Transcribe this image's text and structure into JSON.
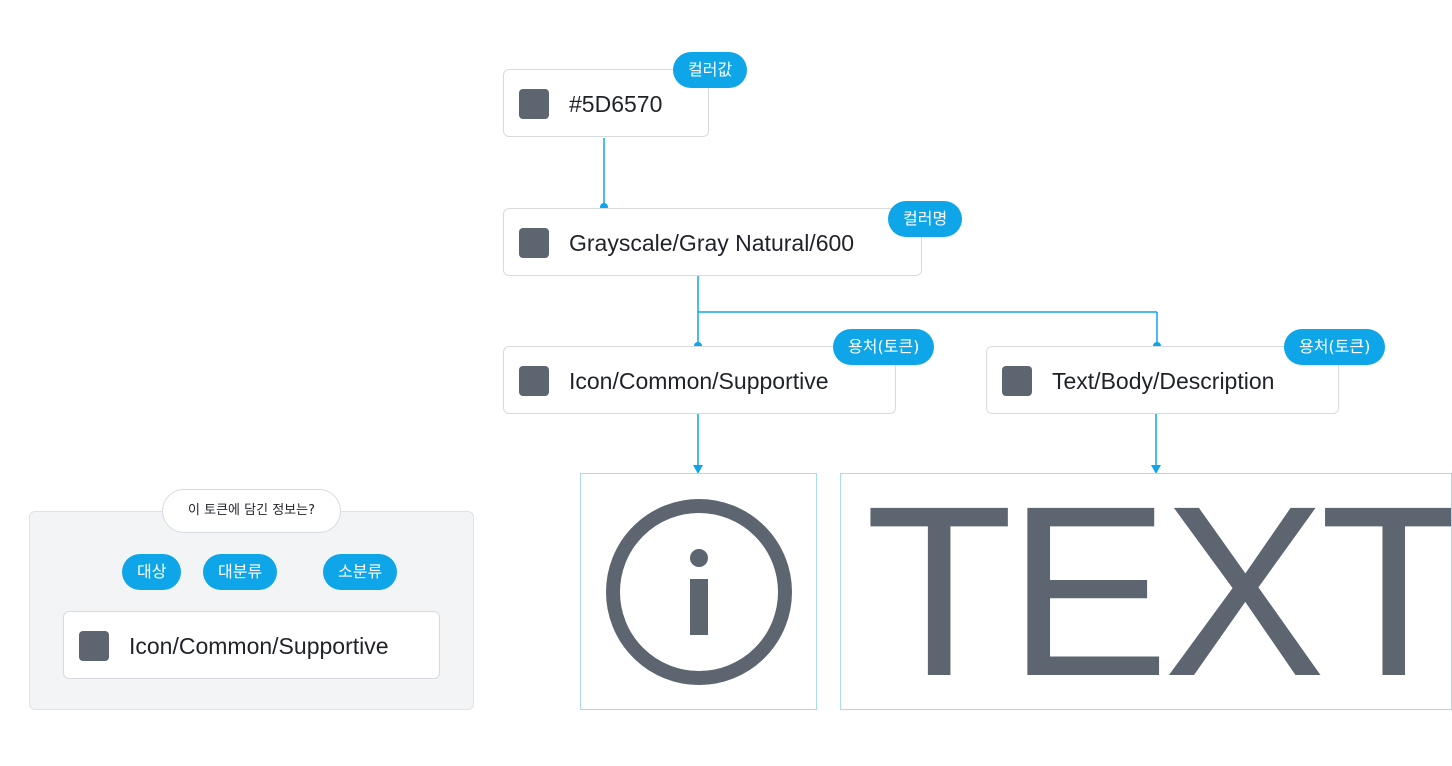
{
  "colors": {
    "accent": "#0ea5e9",
    "swatch": "#5D6570",
    "border": "#d7dbe0",
    "preview_border": "#a8dbee"
  },
  "flow": {
    "value": {
      "label": "#5D6570",
      "tag": "컬러값"
    },
    "name": {
      "label": "Grayscale/Gray Natural/600",
      "tag": "컬러명"
    },
    "usage_icon": {
      "label": "Icon/Common/Supportive",
      "tag": "용처(토큰)"
    },
    "usage_text": {
      "label": "Text/Body/Description",
      "tag": "용처(토큰)"
    }
  },
  "previews": {
    "icon": {
      "icon": "info-circle-icon"
    },
    "text": {
      "label": "TEXT"
    }
  },
  "legend": {
    "question": "이 토큰에 담긴 정보는?",
    "parts": [
      "대상",
      "대분류",
      "소분류"
    ],
    "token_label": "Icon/Common/Supportive"
  }
}
